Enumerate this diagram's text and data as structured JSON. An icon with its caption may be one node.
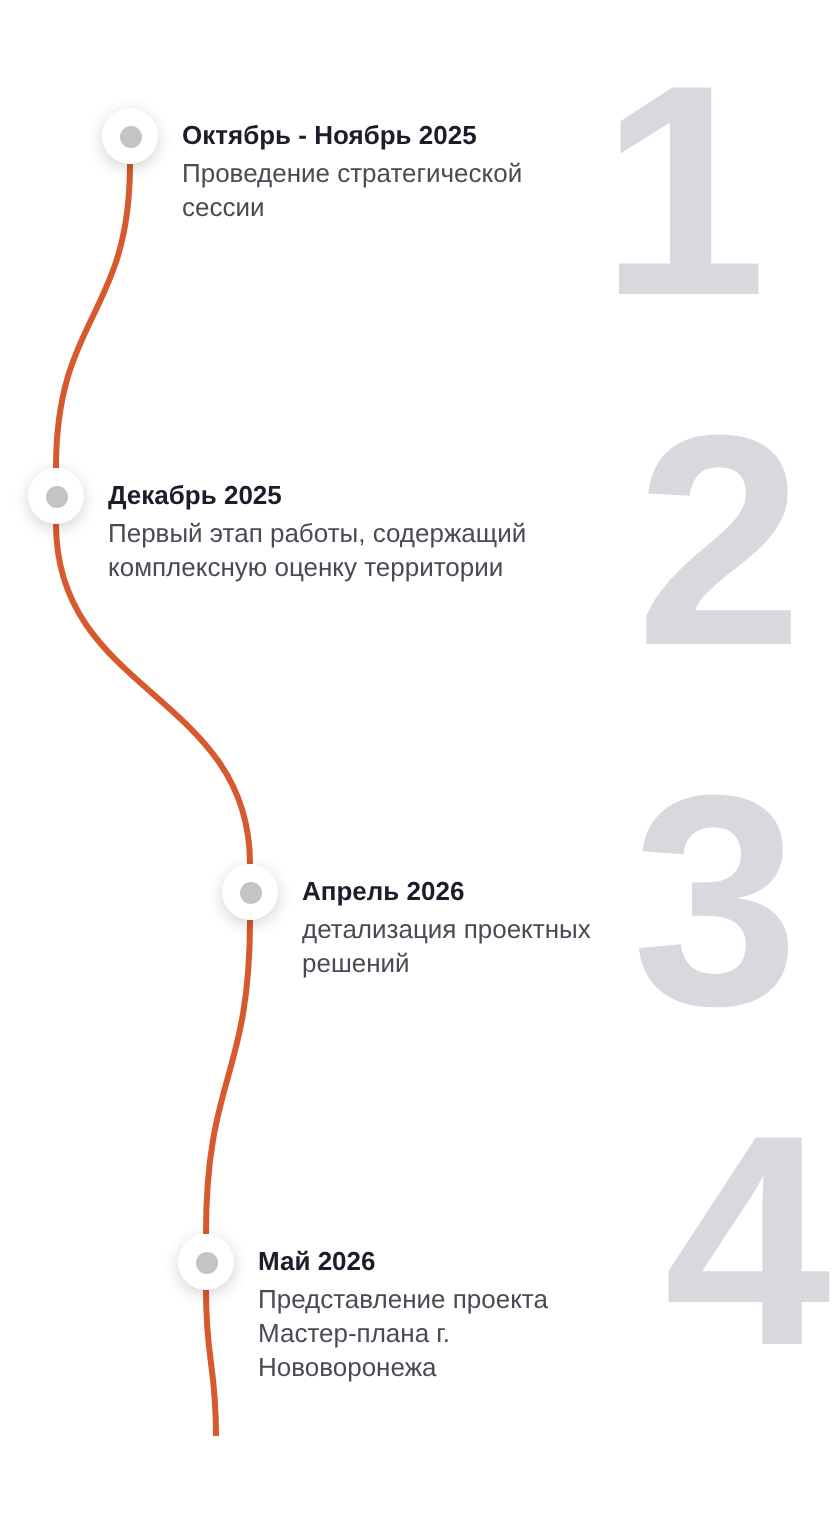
{
  "diagram": {
    "nodes": [
      {
        "text": [
          "Октябрь - Ноябрь 2025",
          "Проведение стратегической сессии"
        ]
      },
      {
        "text": [
          "Декабрь 2025",
          "Первый этап работы, содержащий комплексную оценку территории"
        ]
      },
      {
        "text": [
          "Апрель 2026",
          "детализация проектных решений"
        ]
      },
      {
        "text": [
          "Май 2026",
          "Представление проекта Мастер-плана г. Нововоронежа"
        ]
      }
    ],
    "edges": [
      {
        "from": 0,
        "to": 1,
        "arrow": "none"
      },
      {
        "from": 1,
        "to": 2,
        "arrow": "none"
      },
      {
        "from": 2,
        "to": 3,
        "arrow": "none"
      },
      {
        "from": 3,
        "to": null,
        "arrow": "none"
      }
    ],
    "labels": [
      "1",
      "2",
      "3",
      "4"
    ]
  }
}
